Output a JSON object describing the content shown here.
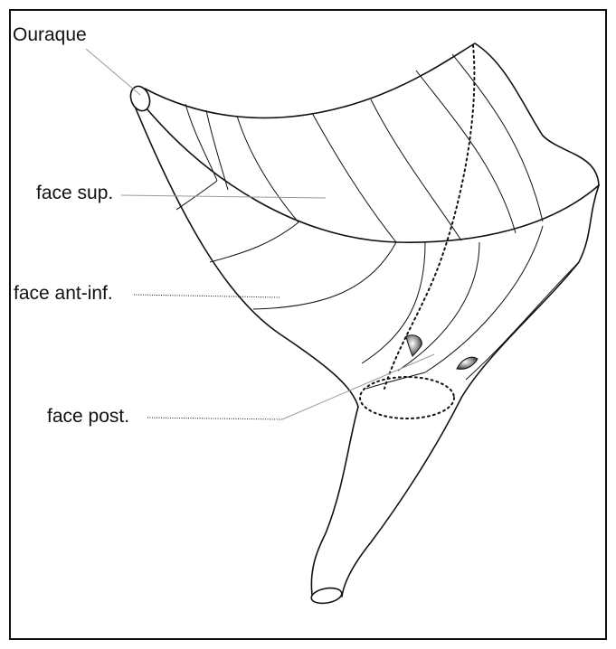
{
  "labels": {
    "ouraque": "Ouraque",
    "face_sup": "face sup.",
    "face_ant_inf": "face ant-inf.",
    "face_post": "face post."
  },
  "colors": {
    "ink": "#111111",
    "leader": "#9a9a9a",
    "background": "#ffffff"
  }
}
